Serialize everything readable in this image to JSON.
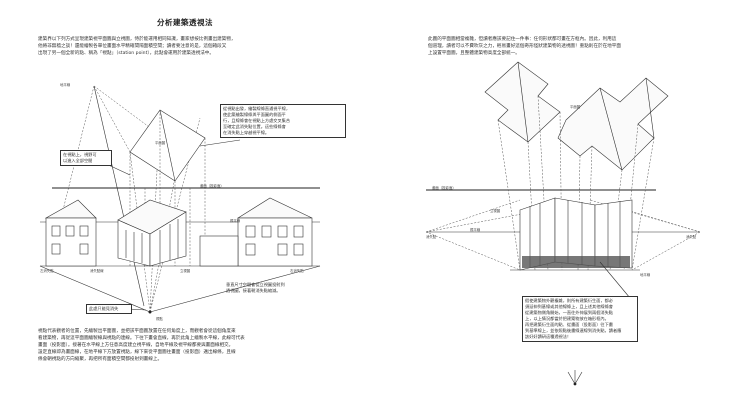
{
  "left": {
    "title": "分析建築透視法",
    "intro": "建築界以下列方式呈現建築視平面圖與立視圖，侍於能運用相同知識，畫家想按比例畫出建築物，\n他將非無稽之談！還能繪製各單位畫面水平精確間隔面積空間；讀者要注意的是，這個箱段又\n出現了另一個全新的點、稱為「視點」（station point），此點會運用於建築透視法中。",
    "note_top": "從視點出發，繪製線條直通視平線，\n使此築繪製線條與平面圖的側面平\n行，且線條會在視點上方處交叉集合\n至確定此消失點位置。這些線條會\n在消失點上穿越視平線。",
    "note_left": "在視點上，視野可\n以進入全部空間",
    "note_mid": "垂直尺寸空間會從立視圖投射到\n透視圖，接著朝消失點縮減。",
    "note_bottom_label": "此處只能見消失",
    "bottom_para": "視點代表觀者的位置，先繪製出平面圖，並把該平面圖放置在任何角度上，而觀者會從這個角度來\n看建築物，再從這平面圖繪製線與視點的連線。下往下畫會直線，再於此角上繪製水平線，此線可代表\n畫面（投影面）。接著在水平線上方任意高度建立視平線，自地平線及視平線都要與畫面線相交。\n設定直線即為畫面線，在地平線下方放置視點，線下來從平面圖往畫面（投影面）邁出線條，且線\n條會朝視點的方向縮聚，再把所有面積空間都投射到畫線上。",
    "small_labels": {
      "ground_line": "消失點線",
      "picture_plane": "畫面（投影面）",
      "vp_left": "左消失點",
      "vp_right": "右消失點",
      "horizon": "視平線",
      "plan": "平面圖",
      "station": "視點",
      "elevation": "立視圖",
      "house_label": "地平線"
    }
  },
  "right": {
    "intro": "此圖的平面圖相當複雜，但讀者應該要記住一件事：任何形狀都可畫在方框內。因此，利用這\n個道理，讀者可以不費吹灰之力，輕易畫好這個奇形怪狀建築物的透視圖！重點則在於在地平面\n上設置平面圖，且整體建築物高度全部統一。",
    "note": "假使建築物外觀複雜，則所有建築衍生面，都必\n須延伸到基線或其他線條上，且上述其他線條會\n從建築物側角開始，一直往外伸展到兩個消失點\n上，以上情況都當於把建築物放在箱形框內。\n再把建築衍生面的點、從畫面（投影面）往下畫\n到基準線上，並依照點後畫線連線到消失點，讀者應\n該好好讀研這種透視法！",
    "small_labels": {
      "vp_left": "消失點",
      "vp_right": "消失點",
      "horizon": "視平線",
      "picture_plane": "畫面（投影面）",
      "elevation": "立視圖",
      "ground_line": "地平線",
      "plan": "平面圖"
    }
  }
}
